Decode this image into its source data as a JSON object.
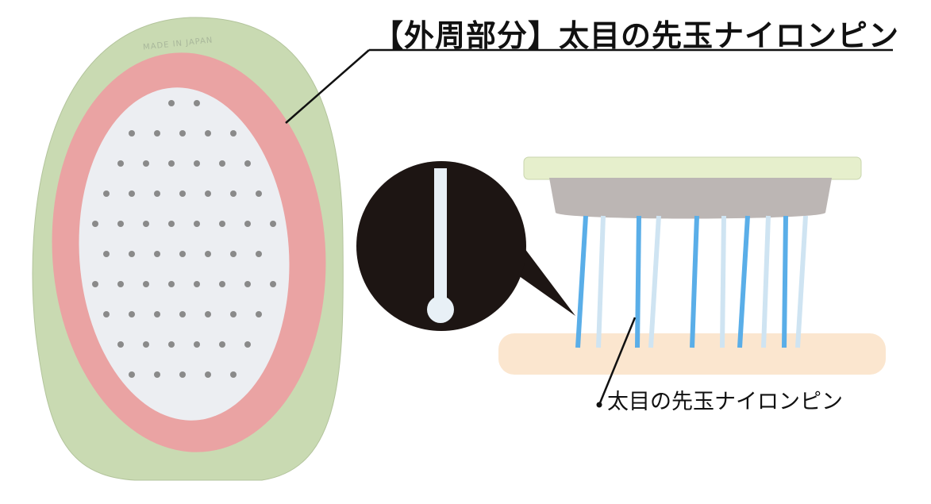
{
  "labels": {
    "outer_pins_title": "【外周部分】太目の先玉ナイロンピン",
    "pin_callout": "太目の先玉ナイロンピン",
    "emboss": "MADE IN JAPAN"
  },
  "colors": {
    "body_green": "#c9dab2",
    "ring_pink": "#eaa3a3",
    "pad_white": "#eceef2",
    "pin_blue": "#5aaee8",
    "scalp": "#fbe6cf",
    "circle_dark": "#1d1513"
  }
}
